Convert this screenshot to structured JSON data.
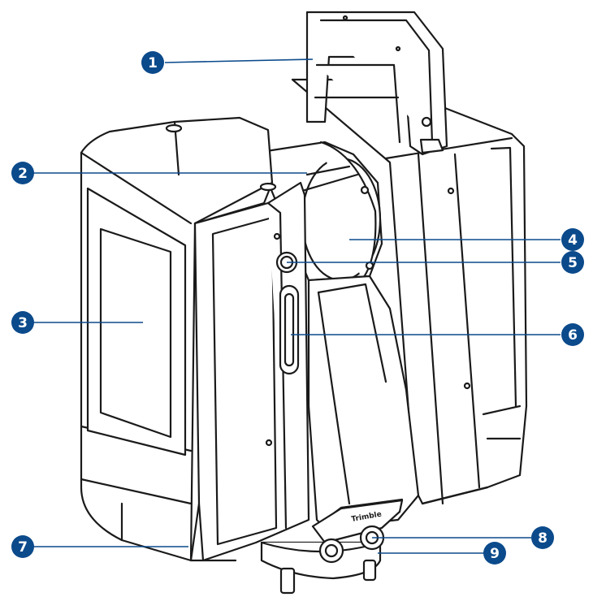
{
  "colors": {
    "callout": "#0b4a8b",
    "line": "#1a1a1a",
    "body": "#ffffff"
  },
  "logo_text": "Trimble",
  "callouts": [
    {
      "id": "1",
      "label": "1"
    },
    {
      "id": "2",
      "label": "2"
    },
    {
      "id": "3",
      "label": "3"
    },
    {
      "id": "4",
      "label": "4"
    },
    {
      "id": "5",
      "label": "5"
    },
    {
      "id": "6",
      "label": "6"
    },
    {
      "id": "7",
      "label": "7"
    },
    {
      "id": "8",
      "label": "8"
    },
    {
      "id": "9",
      "label": "9"
    }
  ]
}
